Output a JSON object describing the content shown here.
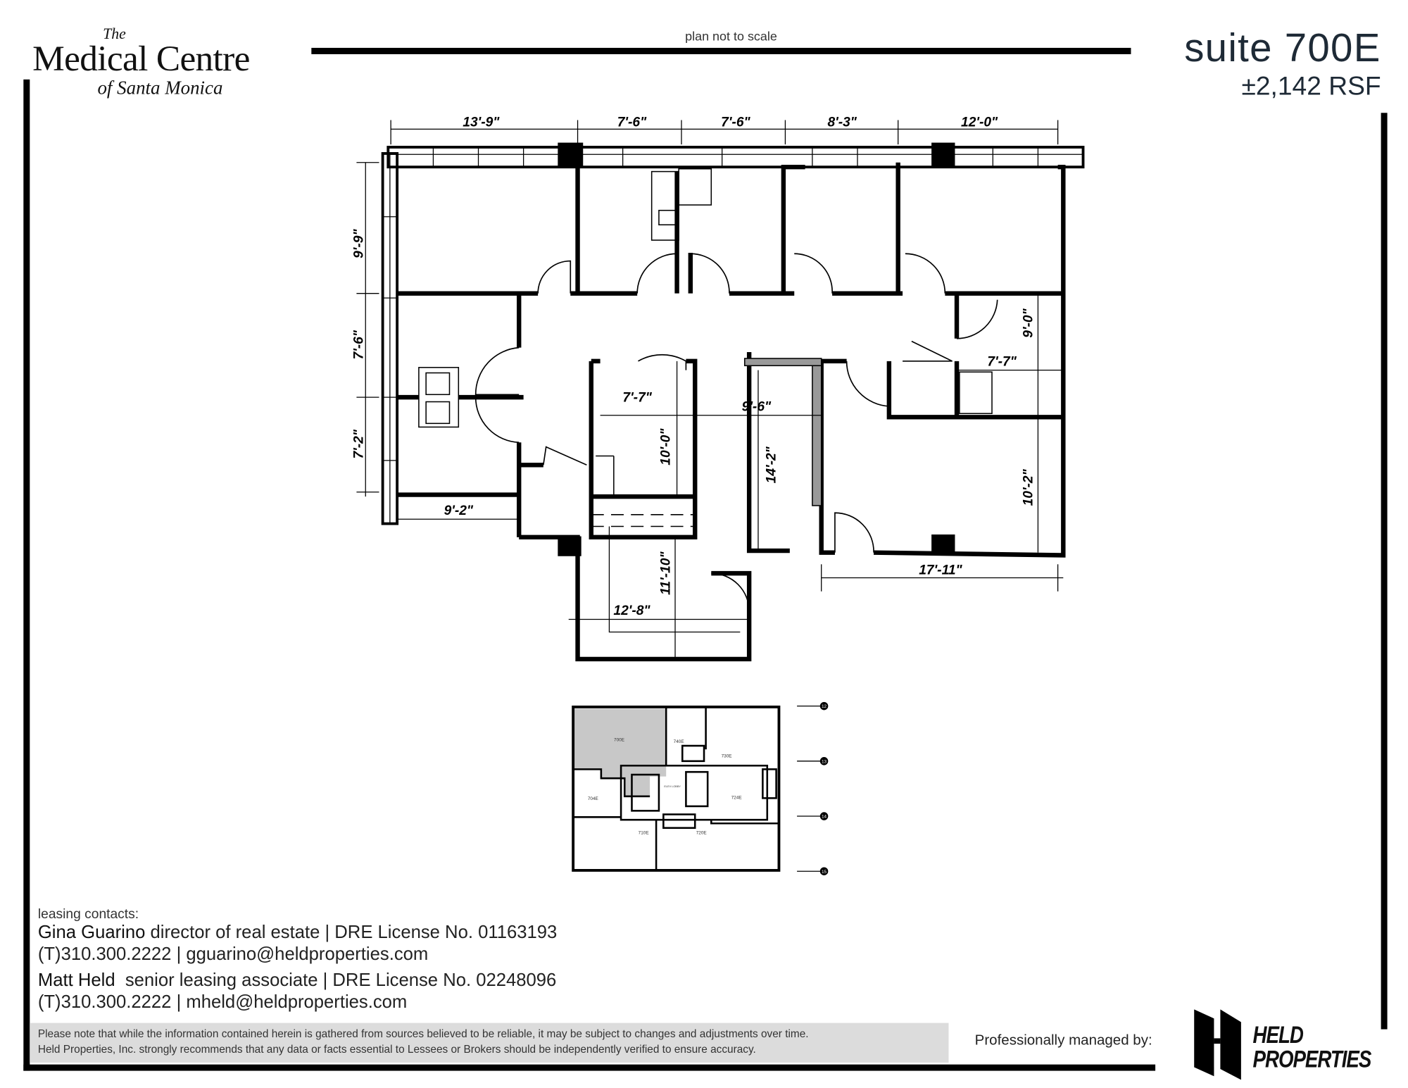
{
  "header": {
    "logo": {
      "the": "The",
      "main": "Medical Centre",
      "sub": "of Santa Monica"
    },
    "scale_note": "plan not to scale",
    "suite": "suite 700E",
    "area": "±2,142 RSF"
  },
  "floor_plan": {
    "dimensions": [
      "13'-9\"",
      "7'-6\"",
      "7'-6\"",
      "8'-3\"",
      "12'-0\"",
      "9'-9\"",
      "7'-6\"",
      "7'-2\"",
      "9'-2\"",
      "7'-7\"",
      "10'-0\"",
      "9'-6\"",
      "14'-2\"",
      "7'-7\"",
      "9'-0\"",
      "10'-2\"",
      "17'-11\"",
      "11'-10\"",
      "12'-8\""
    ]
  },
  "key_plan": {
    "highlight_color": "#c8c8c8",
    "suites": [
      "700E",
      "740E",
      "730E",
      "724E",
      "704E",
      "710E",
      "720E"
    ],
    "lobby": "ELEV LOBBY",
    "grid": [
      "12",
      "13",
      "14",
      "15"
    ]
  },
  "contacts": {
    "label": "leasing contacts:",
    "people": [
      {
        "name": "Gina Guarino",
        "title": " director of real estate | DRE License No. 01163193",
        "contact": "(T)310.300.2222 | gguarino@heldproperties.com"
      },
      {
        "name": "Matt Held",
        "title": "  senior leasing associate | DRE License No. 02248096",
        "contact": "(T)310.300.2222 | mheld@heldproperties.com"
      }
    ]
  },
  "disclaimer": {
    "line1": "Please note that while the information contained herein is gathered from sources believed to be reliable, it may be subject to changes and adjustments over time.",
    "line2": "Held Properties, Inc. strongly recommends that any data or facts essential to Lessees or Brokers should be independently verified to ensure accuracy."
  },
  "footer": {
    "managed_by": "Professionally managed by:",
    "brand_line1": "HELD",
    "brand_line2": "PROPERTIES"
  }
}
